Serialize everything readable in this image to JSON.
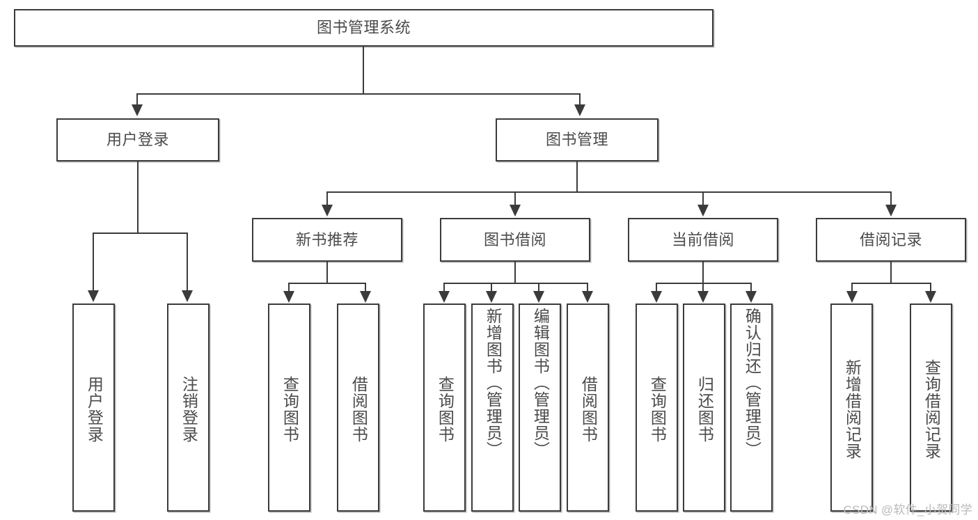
{
  "diagram": {
    "title": "图书管理系统",
    "type": "tree",
    "root": {
      "label": "图书管理系统"
    },
    "level1": [
      {
        "label": "用户登录"
      },
      {
        "label": "图书管理"
      }
    ],
    "level2": [
      {
        "label": "新书推荐"
      },
      {
        "label": "图书借阅"
      },
      {
        "label": "当前借阅"
      },
      {
        "label": "借阅记录"
      }
    ],
    "leaves": {
      "user_login": [
        {
          "label": "用户登录"
        },
        {
          "label": "注销登录"
        }
      ],
      "new_book": [
        {
          "label": "查询图书"
        },
        {
          "label": "借阅图书"
        }
      ],
      "borrow": [
        {
          "label": "查询图书"
        },
        {
          "label": "新增图书（管理员）"
        },
        {
          "label": "编辑图书（管理员）"
        },
        {
          "label": "借阅图书"
        }
      ],
      "current": [
        {
          "label": "查询图书"
        },
        {
          "label": "归还图书"
        },
        {
          "label": "确认归还（管理员）"
        }
      ],
      "records": [
        {
          "label": "新增借阅记录"
        },
        {
          "label": "查询借阅记录"
        }
      ]
    }
  },
  "watermark": {
    "text": "CSDN @软件_小贺同学"
  },
  "colors": {
    "stroke": "#3b3b3b",
    "text": "#4a4a4a",
    "background": "#ffffff",
    "watermark": "#b9b9b9"
  }
}
